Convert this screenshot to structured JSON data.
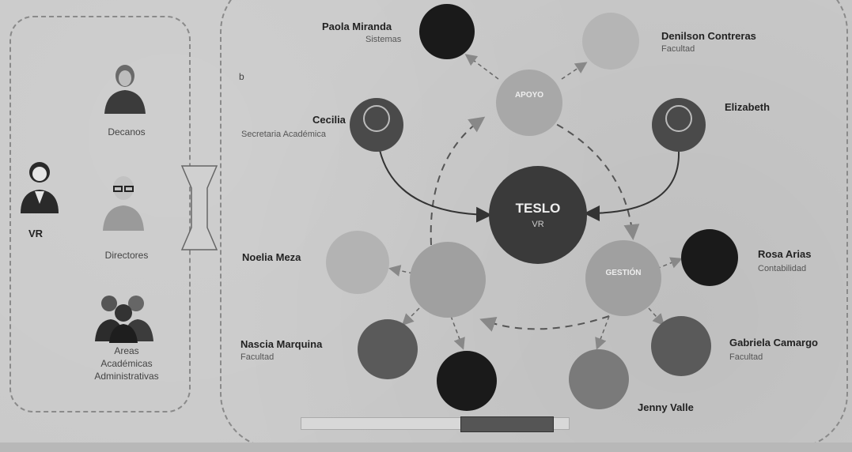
{
  "left_panel": {
    "top_person": "VR",
    "items": [
      {
        "label": "Decanos",
        "icon": "dean-avatar-icon"
      },
      {
        "label": "Directores",
        "icon": "director-avatar-icon"
      },
      {
        "label": "Areas\nAcadémicas\nAdministrativas",
        "icon": "group-avatar-icon"
      }
    ]
  },
  "center": {
    "title": "TESLO",
    "subtitle": "VR"
  },
  "hubs": [
    {
      "title": "APOYO",
      "subtitle": ""
    },
    {
      "title": "GESTIÓN",
      "subtitle": ""
    },
    {
      "title": "",
      "subtitle": ""
    }
  ],
  "people": {
    "paola": {
      "name": "Paola Miranda",
      "role": "Sistemas"
    },
    "denilson": {
      "name": "Denilson Contreras",
      "role": "Facultad"
    },
    "cecilia": {
      "name": "Cecilia",
      "role": "Secretaria Académica"
    },
    "elizabeth": {
      "name": "Elizabeth",
      "role": ""
    },
    "noelia": {
      "name": "Noelia Meza",
      "role": ""
    },
    "rosa": {
      "name": "Rosa Arias",
      "role": "Contabilidad"
    },
    "nascia": {
      "name": "Nascia Marquina",
      "role": "Facultad"
    },
    "gabriela": {
      "name": "Gabriela Camargo",
      "role": "Facultad"
    },
    "jenny": {
      "name": "Jenny Valle",
      "role": ""
    },
    "bottom": {
      "name": "",
      "role": ""
    }
  },
  "corner_mark": "b",
  "colors": {
    "dark_node": "#1a1a1a",
    "light_node": "#b5b5b5",
    "mid_node": "#5a5a5a",
    "center_node": "#3a3a3a",
    "hub_node": "#a8a8a8"
  }
}
